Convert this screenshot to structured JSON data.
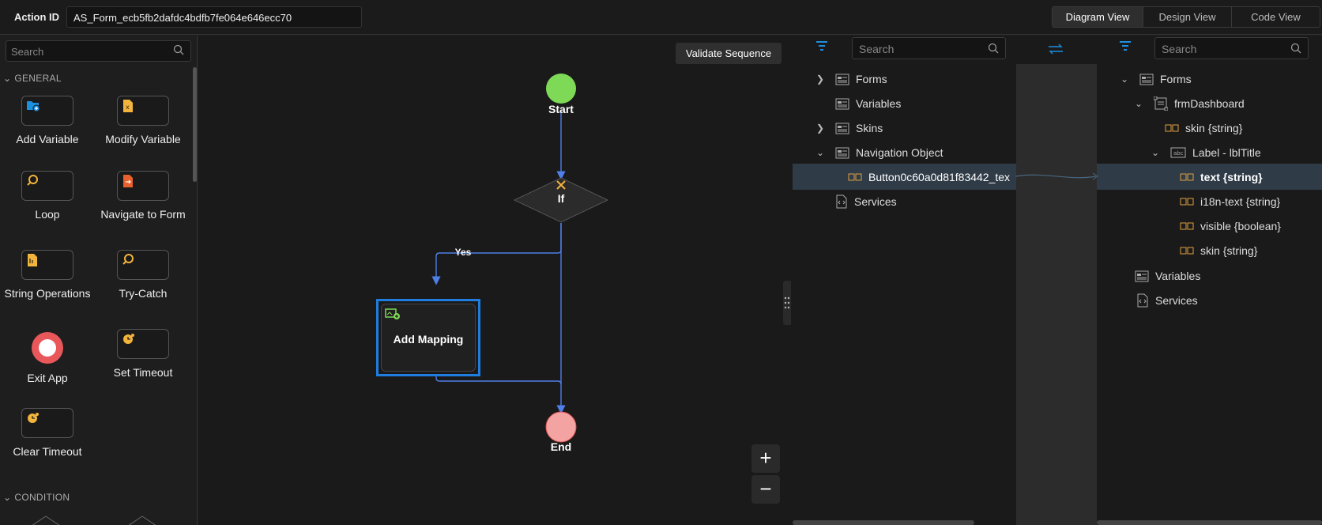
{
  "header": {
    "action_label": "Action ID",
    "action_value": "AS_Form_ecb5fb2dafdc4bdfb7fe064e646ecc70",
    "tabs": [
      {
        "label": "Diagram View",
        "active": true
      },
      {
        "label": "Design View",
        "active": false
      },
      {
        "label": "Code View",
        "active": false
      }
    ]
  },
  "palette": {
    "search_placeholder": "Search",
    "general_label": "GENERAL",
    "condition_label": "CONDITION",
    "items": [
      {
        "label": "Add Variable",
        "icon": "add-variable-icon"
      },
      {
        "label": "Modify Variable",
        "icon": "modify-variable-icon"
      },
      {
        "label": "Loop",
        "icon": "loop-icon"
      },
      {
        "label": "Navigate to Form",
        "icon": "navigate-form-icon"
      },
      {
        "label": "String Operations",
        "icon": "string-ops-icon"
      },
      {
        "label": "Try-Catch",
        "icon": "try-catch-icon"
      },
      {
        "label": "Exit App",
        "icon": "exit-app-icon"
      },
      {
        "label": "Set Timeout",
        "icon": "timer-icon"
      },
      {
        "label": "Clear Timeout",
        "icon": "timer-icon"
      }
    ]
  },
  "canvas": {
    "validate_label": "Validate Sequence",
    "start_label": "Start",
    "if_label": "If",
    "yes_label": "Yes",
    "mapping_label": "Add Mapping",
    "end_label": "End",
    "zoom_in": "+",
    "zoom_out": "−",
    "colors": {
      "start": "#7ed957",
      "end": "#f4a3a3",
      "edge": "#4f7fe8",
      "selected": "#1f7de0"
    }
  },
  "mapper": {
    "left_search_placeholder": "Search",
    "right_search_placeholder": "Search",
    "left_tree": [
      {
        "label": "Forms",
        "chevron": ">"
      },
      {
        "label": "Variables",
        "chevron": ""
      },
      {
        "label": "Skins",
        "chevron": ">"
      },
      {
        "label": "Navigation Object",
        "chevron": "v"
      },
      {
        "label": "Button0c60a0d81f83442_tex",
        "chevron": ""
      },
      {
        "label": "Services",
        "chevron": ""
      }
    ],
    "right_tree": [
      {
        "label": "Forms",
        "chevron": "v"
      },
      {
        "label": "frmDashboard",
        "chevron": "v"
      },
      {
        "label": "skin {string}",
        "chevron": ""
      },
      {
        "label": "Label - lblTitle",
        "chevron": "v"
      },
      {
        "label": "text {string}",
        "chevron": ""
      },
      {
        "label": "i18n-text {string}",
        "chevron": ""
      },
      {
        "label": "visible {boolean}",
        "chevron": ""
      },
      {
        "label": "skin {string}",
        "chevron": ""
      },
      {
        "label": "Variables",
        "chevron": ""
      },
      {
        "label": "Services",
        "chevron": ""
      }
    ]
  }
}
